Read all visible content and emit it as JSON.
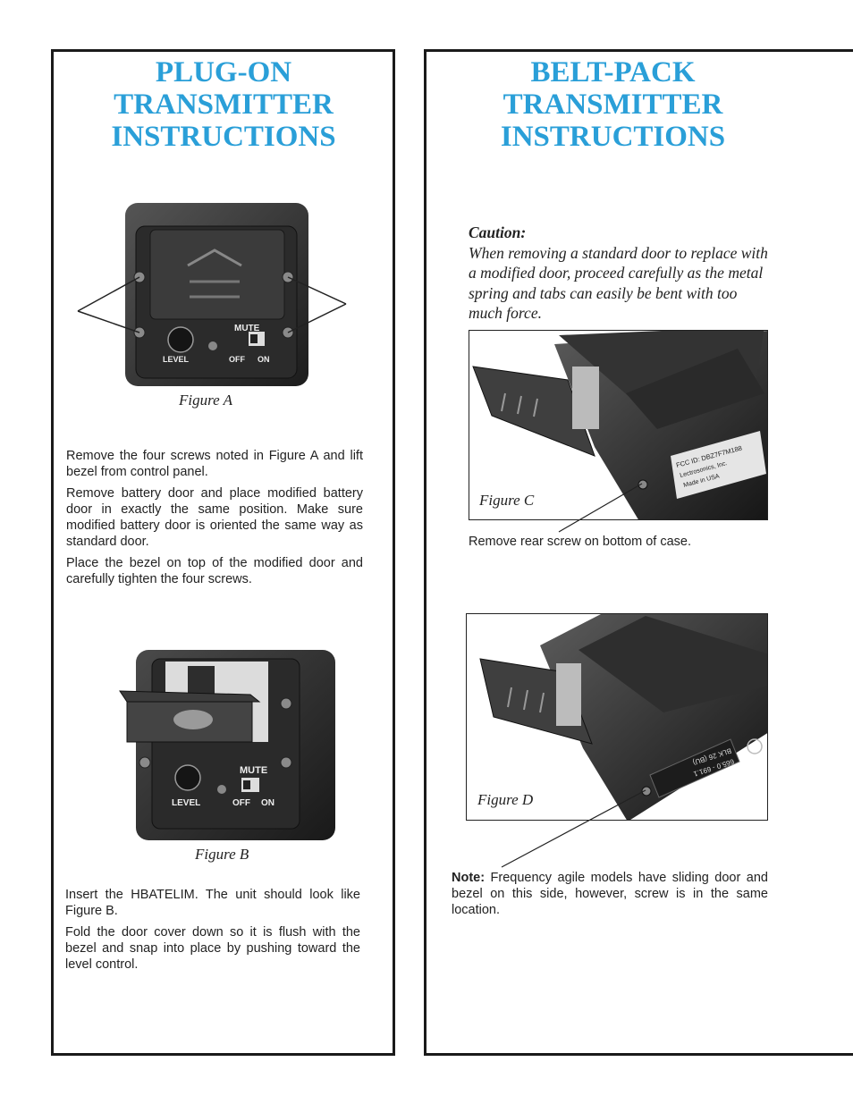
{
  "left": {
    "title": "PLUG-ON\nTRANSMITTER\nINSTRUCTIONS",
    "figure_a": {
      "caption": "Figure A",
      "labels": {
        "mute": "MUTE",
        "level": "LEVEL",
        "off": "OFF",
        "on": "ON"
      }
    },
    "paragraphs_a": [
      "Remove the four screws noted in Figure A and lift bezel from control panel.",
      "Remove battery door and place modified battery door in exactly the same position. Make sure modified battery door is oriented the same way as standard door.",
      "Place the bezel on top of the modified door and carefully tighten the four screws."
    ],
    "figure_b": {
      "caption": "Figure B",
      "labels": {
        "mute": "MUTE",
        "level": "LEVEL",
        "off": "OFF",
        "on": "ON"
      }
    },
    "paragraphs_b": [
      "Insert the HBATELIM. The unit should look like Figure B.",
      "Fold the door cover down so it is flush with the bezel and snap into place by pushing toward the level control."
    ]
  },
  "right": {
    "title": "BELT-PACK\nTRANSMITTER\nINSTRUCTIONS",
    "caution_head": "Caution:",
    "caution_text": "When removing a standard door to replace with a modified door, proceed carefully as the metal spring and tabs can easily be bent with too much force.",
    "figure_c": {
      "caption": "Figure C",
      "label_lines": [
        "FCC ID: DBZ7F7M188",
        "Lectrosonics, Inc.",
        "Made in USA"
      ]
    },
    "figure_c_note": "Remove rear screw on bottom of case.",
    "figure_d": {
      "caption": "Figure D",
      "label_lines": [
        "BLK 26 (BU)",
        "665.0 - 691.1"
      ]
    },
    "note_label": "Note:",
    "note_text": "Frequency agile models have sliding door and bezel on this side, however, screw is in the same location."
  }
}
